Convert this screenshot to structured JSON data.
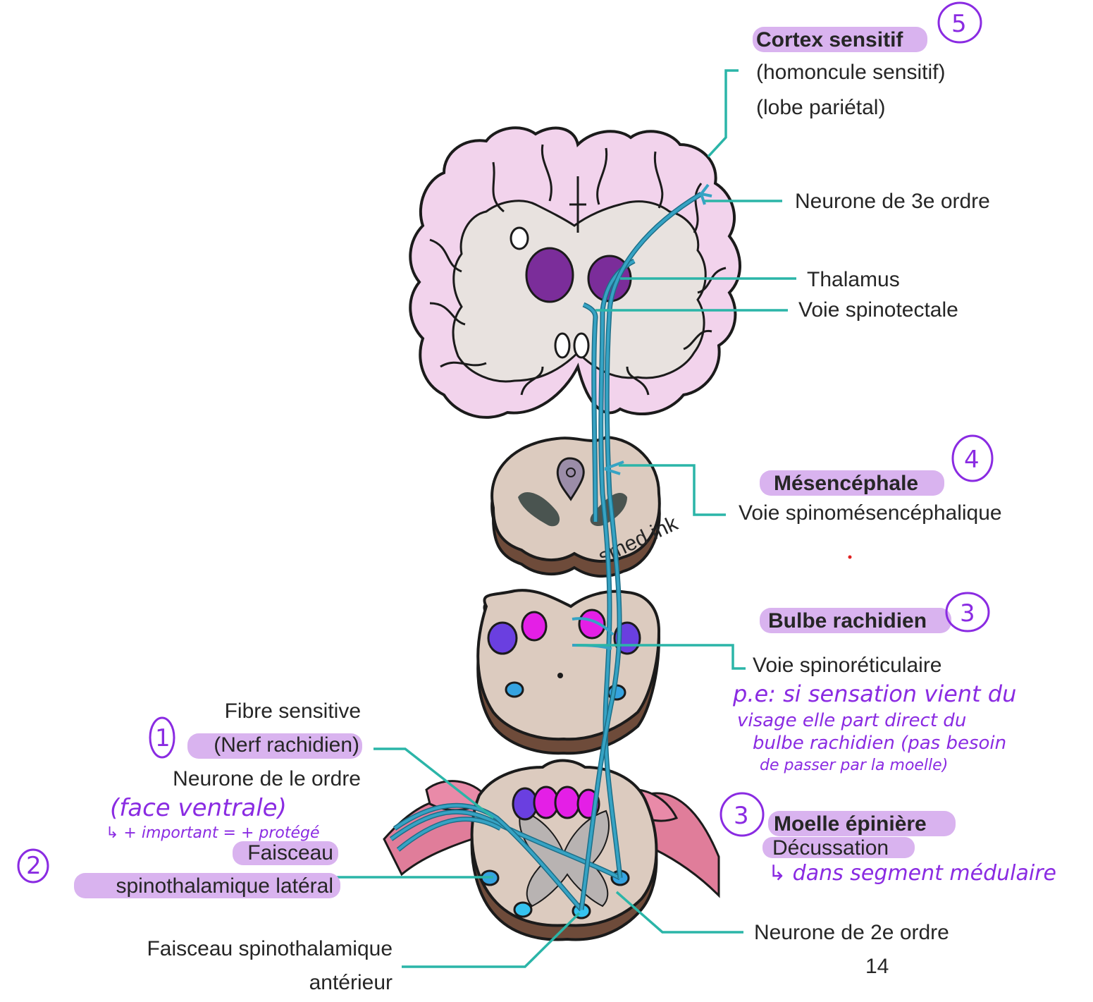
{
  "labels": {
    "cortex_title": "Cortex sensitif",
    "cortex_sub1": "(homoncule sensitif)",
    "cortex_sub2": "(lobe pariétal)",
    "neurone3": "Neurone de 3e ordre",
    "thalamus": "Thalamus",
    "spinotectale": "Voie spinotectale",
    "mesencephale": "Mésencéphale",
    "spinomesencephalique": "Voie spinomésencéphalique",
    "bulbe": "Bulbe rachidien",
    "spinoreticulaire": "Voie spinoréticulaire",
    "fibre_sensitive": "Fibre sensitive",
    "nerf_rachidien": "(Nerf rachidien)",
    "neurone1": "Neurone de le ordre",
    "faisceau": "Faisceau",
    "spinothal_lateral": "spinothalamique latéral",
    "moelle": "Moelle épinière",
    "decussation": "Décussation",
    "neurone2": "Neurone de 2e ordre",
    "faisceau_ant1": "Faisceau spinothalamique",
    "faisceau_ant2": "antérieur",
    "page_number": "14",
    "watermark": "smed ink"
  },
  "handwritten": {
    "num5": "5",
    "num4": "4",
    "num3a": "3",
    "num3b": "3",
    "num1": "1",
    "num2": "2",
    "note_bulbe_1": "p.e: si sensation vient du",
    "note_bulbe_2": "visage elle part direct du",
    "note_bulbe_3": "bulbe rachidien (pas besoin",
    "note_bulbe_4": "de passer par la moelle)",
    "note_face_1": "(face ventrale)",
    "note_face_2": "↳ + important = + protégé",
    "note_moelle": "↳ dans segment médulaire"
  },
  "colors": {
    "leader": "#2bb5a8",
    "fiber": "#36a3c4",
    "highlight": "#d9b3ef",
    "handwriting": "#8a2be2",
    "cortex": "#f2d3ec",
    "white_matter": "#e8e2df",
    "thalamus": "#7b2d9a",
    "brainstem": "#dccbbf",
    "brainstem_base": "#6e4b3a",
    "nucleus_blue": "#6a3fe0",
    "nucleus_magenta": "#e41fe6",
    "tract_cyan": "#35c3f0"
  }
}
